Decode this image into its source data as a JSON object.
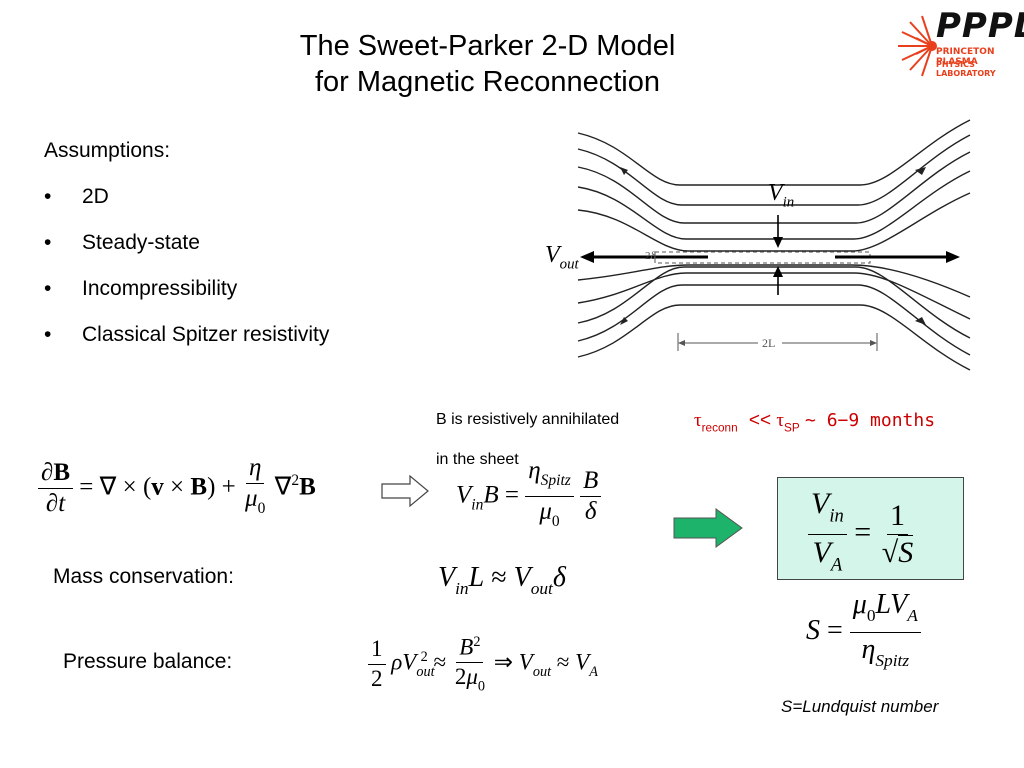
{
  "title": {
    "line1": "The Sweet-Parker 2-D Model",
    "line2": "for Magnetic Reconnection"
  },
  "logo": {
    "name": "PPPL",
    "line1": "PRINCETON PLASMA",
    "line2": "PHYSICS LABORATORY",
    "color": "#e8401c"
  },
  "assumptions": {
    "heading": "Assumptions:",
    "items": [
      "2D",
      "Steady-state",
      "Incompressibility",
      "Classical Spitzer resistivity"
    ]
  },
  "diagram": {
    "v_in": "V",
    "v_in_sub": "in",
    "v_out": "V",
    "v_out_sub": "out",
    "thickness": "2δ",
    "length": "2L"
  },
  "annihilation_note": {
    "line1": "B is resistively annihilated",
    "line2": "in the sheet"
  },
  "timescale": {
    "tau": "τ",
    "reconn": "reconn",
    "ll": "<<",
    "sp": "SP",
    "rest": "~ 6−9 months",
    "color": "#cc0000"
  },
  "labels": {
    "mass": "Mass conservation:",
    "pressure": "Pressure balance:",
    "lundquist": "S=Lundquist number"
  },
  "colors": {
    "result_box_bg": "#d4f5ea",
    "result_box_border": "#444444",
    "arrow_green": "#1db36a"
  }
}
